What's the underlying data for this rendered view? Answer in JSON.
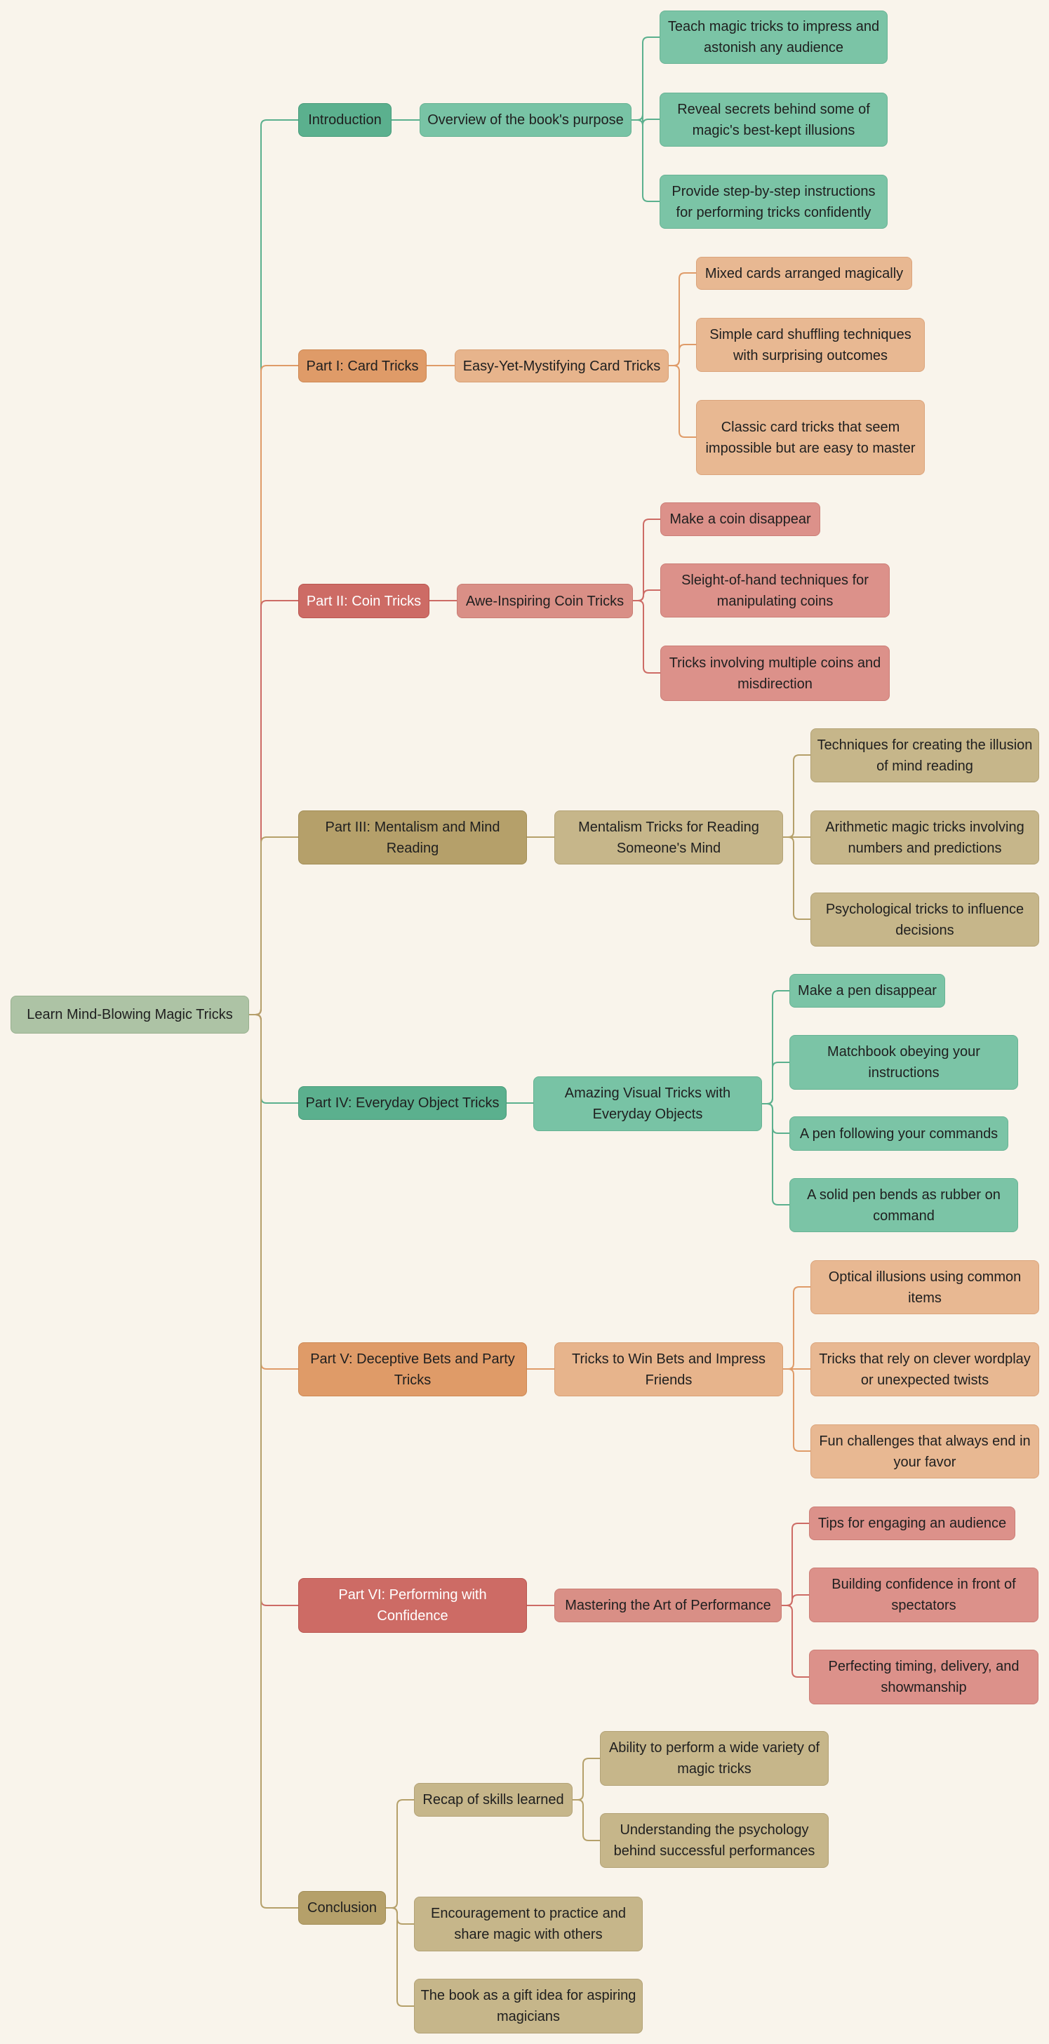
{
  "colors": {
    "background": "#f9f4eb",
    "root": "#adc3a5",
    "green": "#5bb08e",
    "orange": "#df9b68",
    "red": "#cd6b65",
    "khaki": "#b5a06a"
  },
  "root": {
    "label": "Learn Mind-Blowing Magic Tricks"
  },
  "branches": {
    "introduction": {
      "label": "Introduction",
      "topic": "Overview of the book's purpose",
      "leaves": [
        "Teach magic tricks to impress and astonish any audience",
        "Reveal secrets behind some of magic's best-kept illusions",
        "Provide step-by-step instructions for performing tricks confidently"
      ]
    },
    "part1": {
      "label": "Part I: Card Tricks",
      "topic": "Easy-Yet-Mystifying Card Tricks",
      "leaves": [
        "Mixed cards arranged magically",
        "Simple card shuffling techniques with surprising outcomes",
        "Classic card tricks that seem impossible but are easy to master"
      ]
    },
    "part2": {
      "label": "Part II: Coin Tricks",
      "topic": "Awe-Inspiring Coin Tricks",
      "leaves": [
        "Make a coin disappear",
        "Sleight-of-hand techniques for manipulating coins",
        "Tricks involving multiple coins and misdirection"
      ]
    },
    "part3": {
      "label": "Part III: Mentalism and Mind Reading",
      "topic": "Mentalism Tricks for Reading Someone's Mind",
      "leaves": [
        "Techniques for creating the illusion of mind reading",
        "Arithmetic magic tricks involving numbers and predictions",
        "Psychological tricks to influence decisions"
      ]
    },
    "part4": {
      "label": "Part IV: Everyday Object Tricks",
      "topic": "Amazing Visual Tricks with Everyday Objects",
      "leaves": [
        "Make a pen disappear",
        "Matchbook obeying your instructions",
        "A pen following your commands",
        "A solid pen bends as rubber on command"
      ]
    },
    "part5": {
      "label": "Part V: Deceptive Bets and Party Tricks",
      "topic": "Tricks to Win Bets and Impress Friends",
      "leaves": [
        "Optical illusions using common items",
        "Tricks that rely on clever wordplay or unexpected twists",
        "Fun challenges that always end in your favor"
      ]
    },
    "part6": {
      "label": "Part VI: Performing with Confidence",
      "topic": "Mastering the Art of Performance",
      "leaves": [
        "Tips for engaging an audience",
        "Building confidence in front of spectators",
        "Perfecting timing, delivery, and showmanship"
      ]
    },
    "conclusion": {
      "label": "Conclusion",
      "recap": {
        "label": "Recap of skills learned",
        "leaves": [
          "Ability to perform a wide variety of magic tricks",
          "Understanding the psychology behind successful performances"
        ]
      },
      "items": [
        "Encouragement to practice and share magic with others",
        "The book as a gift idea for aspiring magicians"
      ]
    }
  }
}
